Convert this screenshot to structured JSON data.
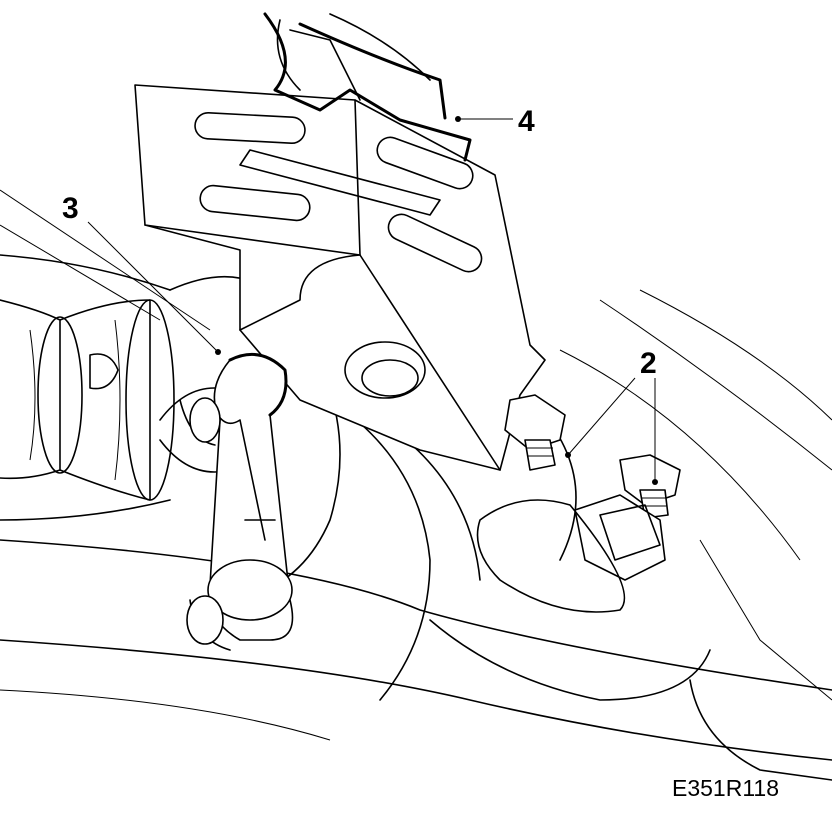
{
  "callouts": [
    {
      "id": "2",
      "label": "2"
    },
    {
      "id": "3",
      "label": "3"
    },
    {
      "id": "4",
      "label": "4"
    }
  ],
  "reference_code": "E351R118"
}
